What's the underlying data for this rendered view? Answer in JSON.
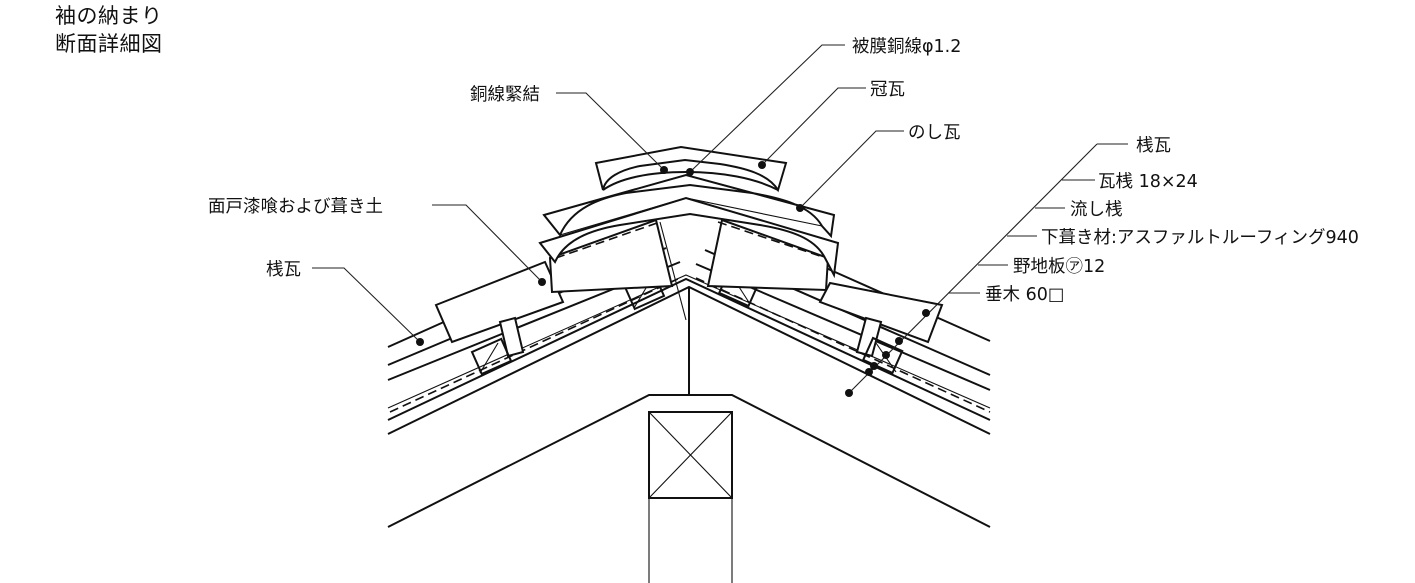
{
  "title": {
    "line1": "袖の納まり",
    "line2": "断面詳細図"
  },
  "labels": {
    "copper_wire_coated": "被膜銅線φ1.2",
    "copper_wire_tie": "銅線緊結",
    "crown_tile": "冠瓦",
    "noshi_tile": "のし瓦",
    "mortar_and_clay": "面戸漆喰および葺き土",
    "pan_tile_left": "桟瓦",
    "pan_tile_right": "桟瓦",
    "tile_batten": "瓦桟 18×24",
    "drain_batten": "流し桟",
    "underlay": "下葺き材:アスファルトルーフィング940",
    "sheathing": "野地板㋐12",
    "rafter": "垂木 60□"
  },
  "colors": {
    "line": "#111111",
    "background": "#ffffff"
  }
}
